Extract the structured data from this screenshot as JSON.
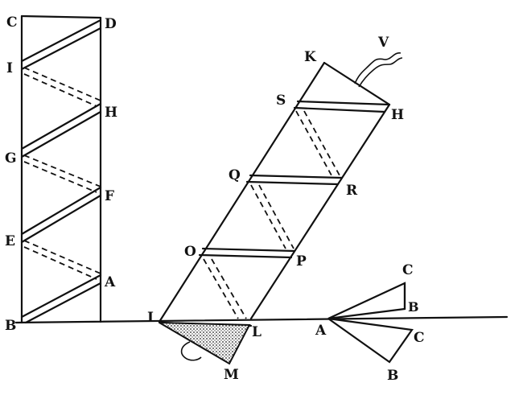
{
  "labels": {
    "left": [
      "C",
      "D",
      "I",
      "H",
      "G",
      "F",
      "E",
      "A",
      "B"
    ],
    "tilted": [
      "K",
      "V",
      "S",
      "H",
      "Q",
      "R",
      "O",
      "P",
      "I",
      "L",
      "M"
    ],
    "right": [
      "C",
      "B",
      "A",
      "C",
      "B"
    ]
  }
}
